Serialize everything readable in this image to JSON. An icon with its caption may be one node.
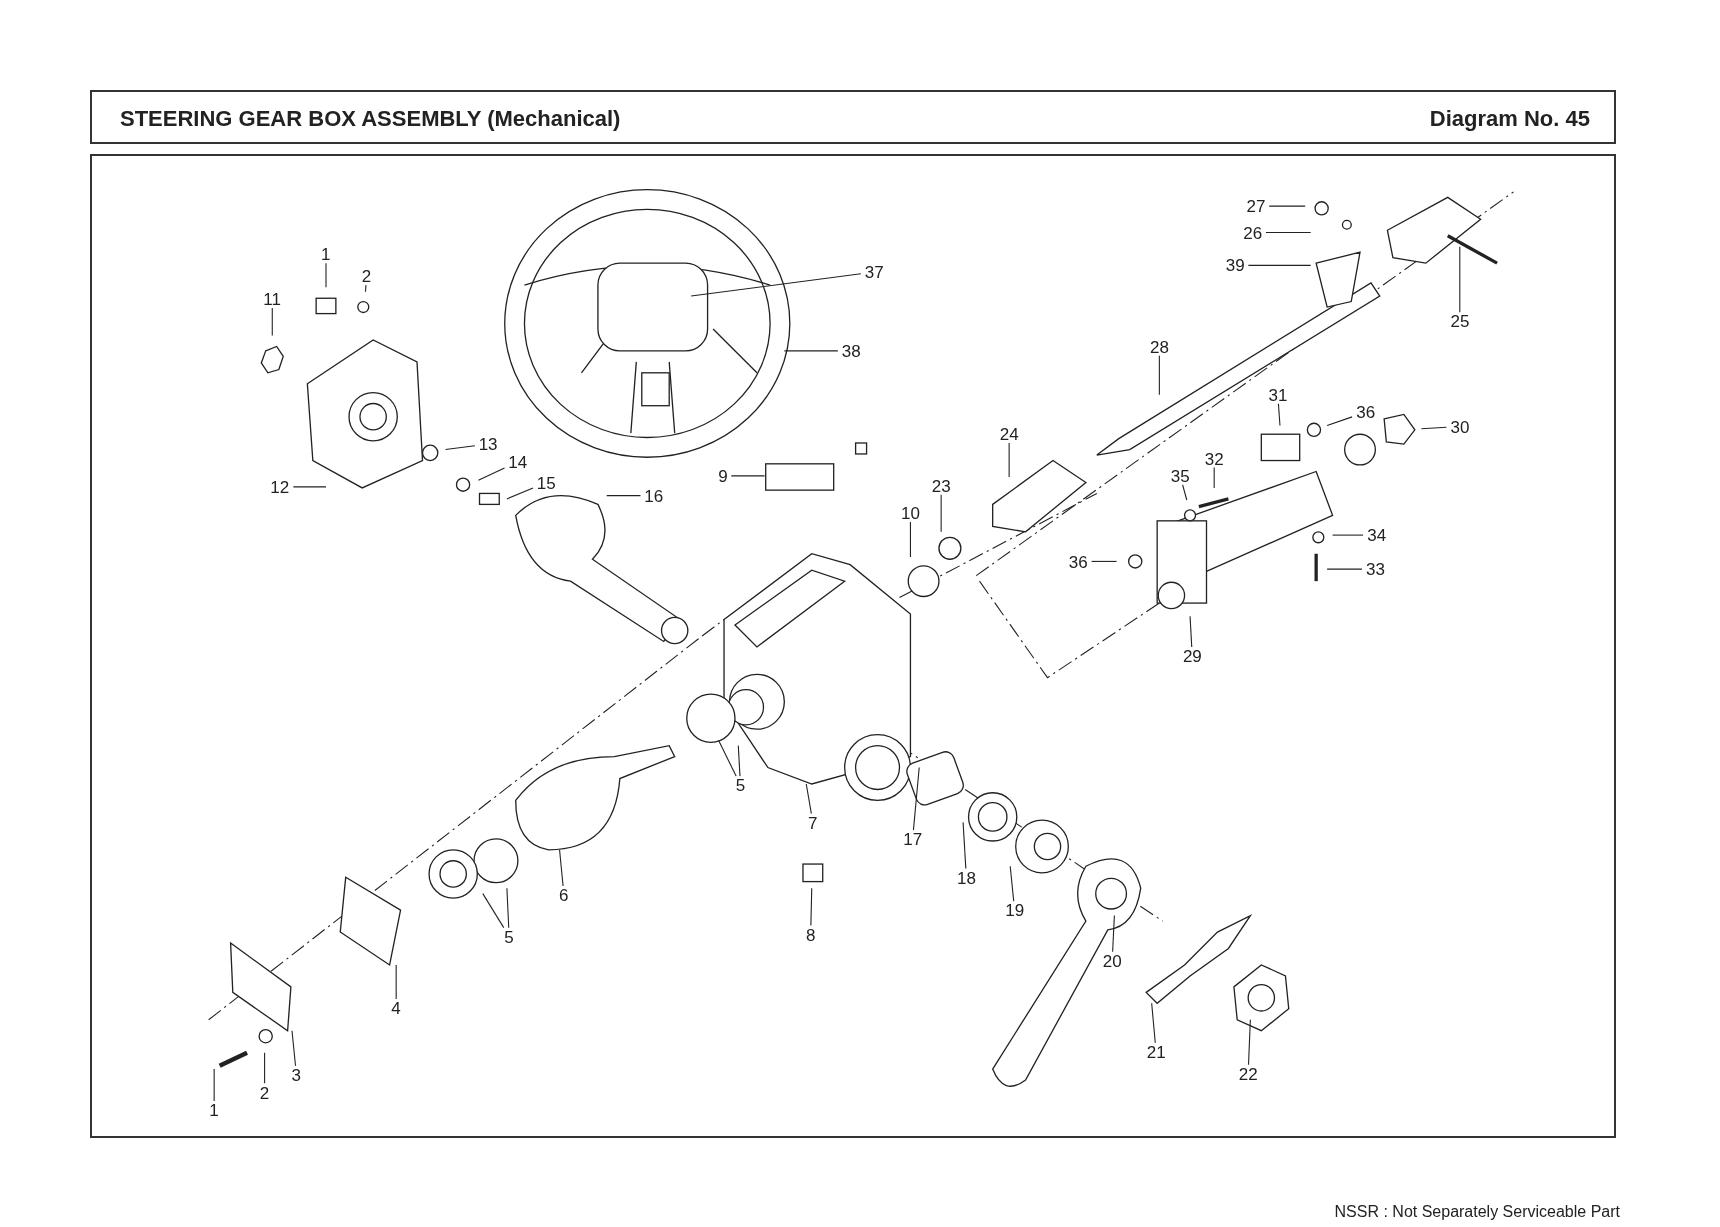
{
  "diagram": {
    "title": "STEERING GEAR BOX ASSEMBLY (Mechanical)",
    "nodes": [
      {
        "text": [
          "1"
        ]
      },
      {
        "text": [
          "2"
        ]
      },
      {
        "text": [
          "11"
        ]
      },
      {
        "text": [
          "13"
        ]
      },
      {
        "text": [
          "14"
        ]
      },
      {
        "text": [
          "15"
        ]
      },
      {
        "text": [
          "12"
        ]
      },
      {
        "text": [
          "16"
        ]
      },
      {
        "text": [
          "9"
        ]
      },
      {
        "text": [
          "37"
        ]
      },
      {
        "text": [
          "38"
        ]
      },
      {
        "text": [
          "27"
        ]
      },
      {
        "text": [
          "26"
        ]
      },
      {
        "text": [
          "39"
        ]
      },
      {
        "text": [
          "25"
        ]
      },
      {
        "text": [
          "28"
        ]
      },
      {
        "text": [
          "31"
        ]
      },
      {
        "text": [
          "36"
        ]
      },
      {
        "text": [
          "30"
        ]
      },
      {
        "text": [
          "24"
        ]
      },
      {
        "text": [
          "32"
        ]
      },
      {
        "text": [
          "35"
        ]
      },
      {
        "text": [
          "23"
        ]
      },
      {
        "text": [
          "10"
        ]
      },
      {
        "text": [
          "36"
        ]
      },
      {
        "text": [
          "34"
        ]
      },
      {
        "text": [
          "33"
        ]
      },
      {
        "text": [
          "29"
        ]
      },
      {
        "text": [
          "5"
        ]
      },
      {
        "text": [
          "7"
        ]
      },
      {
        "text": [
          "17"
        ]
      },
      {
        "text": [
          "18"
        ]
      },
      {
        "text": [
          "19"
        ]
      },
      {
        "text": [
          "20"
        ]
      },
      {
        "text": [
          "6"
        ]
      },
      {
        "text": [
          "5"
        ]
      },
      {
        "text": [
          "8"
        ]
      },
      {
        "text": [
          "4"
        ]
      },
      {
        "text": [
          "21"
        ]
      },
      {
        "text": [
          "22"
        ]
      },
      {
        "text": [
          "3"
        ]
      },
      {
        "text": [
          "2"
        ]
      },
      {
        "text": [
          "1"
        ]
      }
    ],
    "edges": [
      {
        "from": 0,
        "to": null,
        "arrow": "none"
      },
      {
        "from": 1,
        "to": null,
        "arrow": "none"
      },
      {
        "from": 2,
        "to": null,
        "arrow": "none"
      },
      {
        "from": 3,
        "to": null,
        "arrow": "none"
      },
      {
        "from": 4,
        "to": null,
        "arrow": "none"
      },
      {
        "from": 5,
        "to": null,
        "arrow": "none"
      },
      {
        "from": 6,
        "to": null,
        "arrow": "none"
      },
      {
        "from": 7,
        "to": null,
        "arrow": "none"
      },
      {
        "from": 8,
        "to": null,
        "arrow": "none"
      },
      {
        "from": 9,
        "to": null,
        "arrow": "none"
      },
      {
        "from": 10,
        "to": null,
        "arrow": "none"
      },
      {
        "from": 11,
        "to": null,
        "arrow": "none"
      },
      {
        "from": 12,
        "to": null,
        "arrow": "none"
      },
      {
        "from": 13,
        "to": null,
        "arrow": "none"
      },
      {
        "from": 14,
        "to": null,
        "arrow": "none"
      },
      {
        "from": 15,
        "to": null,
        "arrow": "none"
      },
      {
        "from": 16,
        "to": null,
        "arrow": "none"
      },
      {
        "from": 17,
        "to": null,
        "arrow": "none"
      },
      {
        "from": 18,
        "to": null,
        "arrow": "none"
      },
      {
        "from": 19,
        "to": null,
        "arrow": "none"
      },
      {
        "from": 20,
        "to": null,
        "arrow": "none"
      },
      {
        "from": 21,
        "to": null,
        "arrow": "none"
      },
      {
        "from": 22,
        "to": null,
        "arrow": "none"
      },
      {
        "from": 23,
        "to": null,
        "arrow": "none"
      },
      {
        "from": 24,
        "to": null,
        "arrow": "none"
      },
      {
        "from": 25,
        "to": null,
        "arrow": "none"
      },
      {
        "from": 26,
        "to": null,
        "arrow": "none"
      },
      {
        "from": 27,
        "to": null,
        "arrow": "none"
      },
      {
        "from": 28,
        "to": null,
        "arrow": "none"
      },
      {
        "from": 28,
        "to": null,
        "arrow": "none"
      },
      {
        "from": 29,
        "to": null,
        "arrow": "none"
      },
      {
        "from": 30,
        "to": null,
        "arrow": "none"
      },
      {
        "from": 31,
        "to": null,
        "arrow": "none"
      },
      {
        "from": 32,
        "to": null,
        "arrow": "none"
      },
      {
        "from": 33,
        "to": null,
        "arrow": "none"
      },
      {
        "from": 34,
        "to": null,
        "arrow": "none"
      },
      {
        "from": 35,
        "to": null,
        "arrow": "none"
      },
      {
        "from": 35,
        "to": null,
        "arrow": "none"
      },
      {
        "from": 36,
        "to": null,
        "arrow": "none"
      },
      {
        "from": 37,
        "to": null,
        "arrow": "none"
      },
      {
        "from": 38,
        "to": null,
        "arrow": "none"
      },
      {
        "from": 39,
        "to": null,
        "arrow": "none"
      },
      {
        "from": 40,
        "to": null,
        "arrow": "none"
      },
      {
        "from": 41,
        "to": null,
        "arrow": "none"
      },
      {
        "from": 42,
        "to": null,
        "arrow": "none"
      }
    ],
    "labels": [
      "Diagram No. 45",
      "NSSR : Not Separately Serviceable Part"
    ]
  }
}
